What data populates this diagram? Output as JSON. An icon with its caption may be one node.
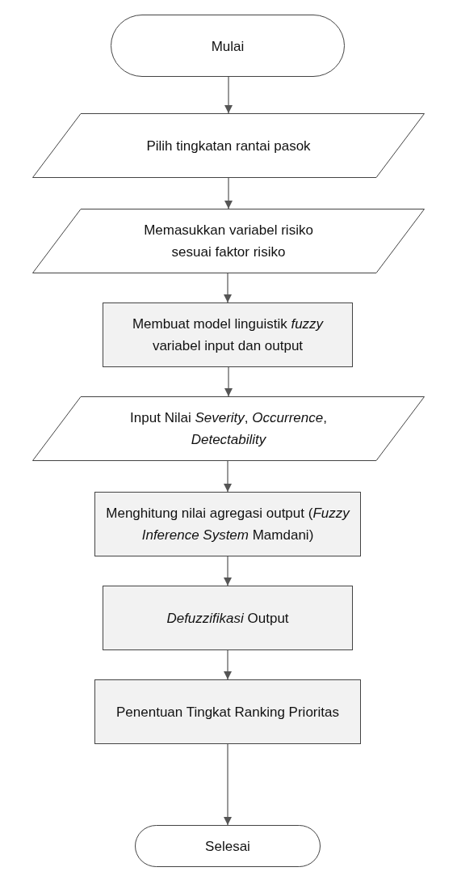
{
  "diagram": {
    "nodes": [
      {
        "text": [
          "Mulai"
        ]
      },
      {
        "text": [
          "Pilih tingkatan rantai pasok"
        ]
      },
      {
        "text": [
          "Memasukkan variabel risiko sesuai faktor risiko"
        ]
      },
      {
        "text": [
          "Membuat model linguistik *fuzzy* variabel input dan output"
        ]
      },
      {
        "text": [
          "Input Nilai *Severity*, *Occurrence*, *Detectability*"
        ]
      },
      {
        "text": [
          "Menghitung nilai agregasi output (*Fuzzy Inference System* Mamdani)"
        ]
      },
      {
        "text": [
          "*Defuzzifikasi* Output"
        ]
      },
      {
        "text": [
          "Penentuan Tingkat Ranking Prioritas"
        ]
      },
      {
        "text": [
          "Selesai"
        ]
      }
    ],
    "edges": [
      {
        "from": 0,
        "to": 1,
        "arrow": "to"
      },
      {
        "from": 1,
        "to": 2,
        "arrow": "to"
      },
      {
        "from": 2,
        "to": 3,
        "arrow": "to"
      },
      {
        "from": 3,
        "to": 4,
        "arrow": "to"
      },
      {
        "from": 4,
        "to": 5,
        "arrow": "to"
      },
      {
        "from": 5,
        "to": 6,
        "arrow": "to"
      },
      {
        "from": 6,
        "to": 7,
        "arrow": "to"
      },
      {
        "from": 7,
        "to": 8,
        "arrow": "to"
      }
    ]
  }
}
